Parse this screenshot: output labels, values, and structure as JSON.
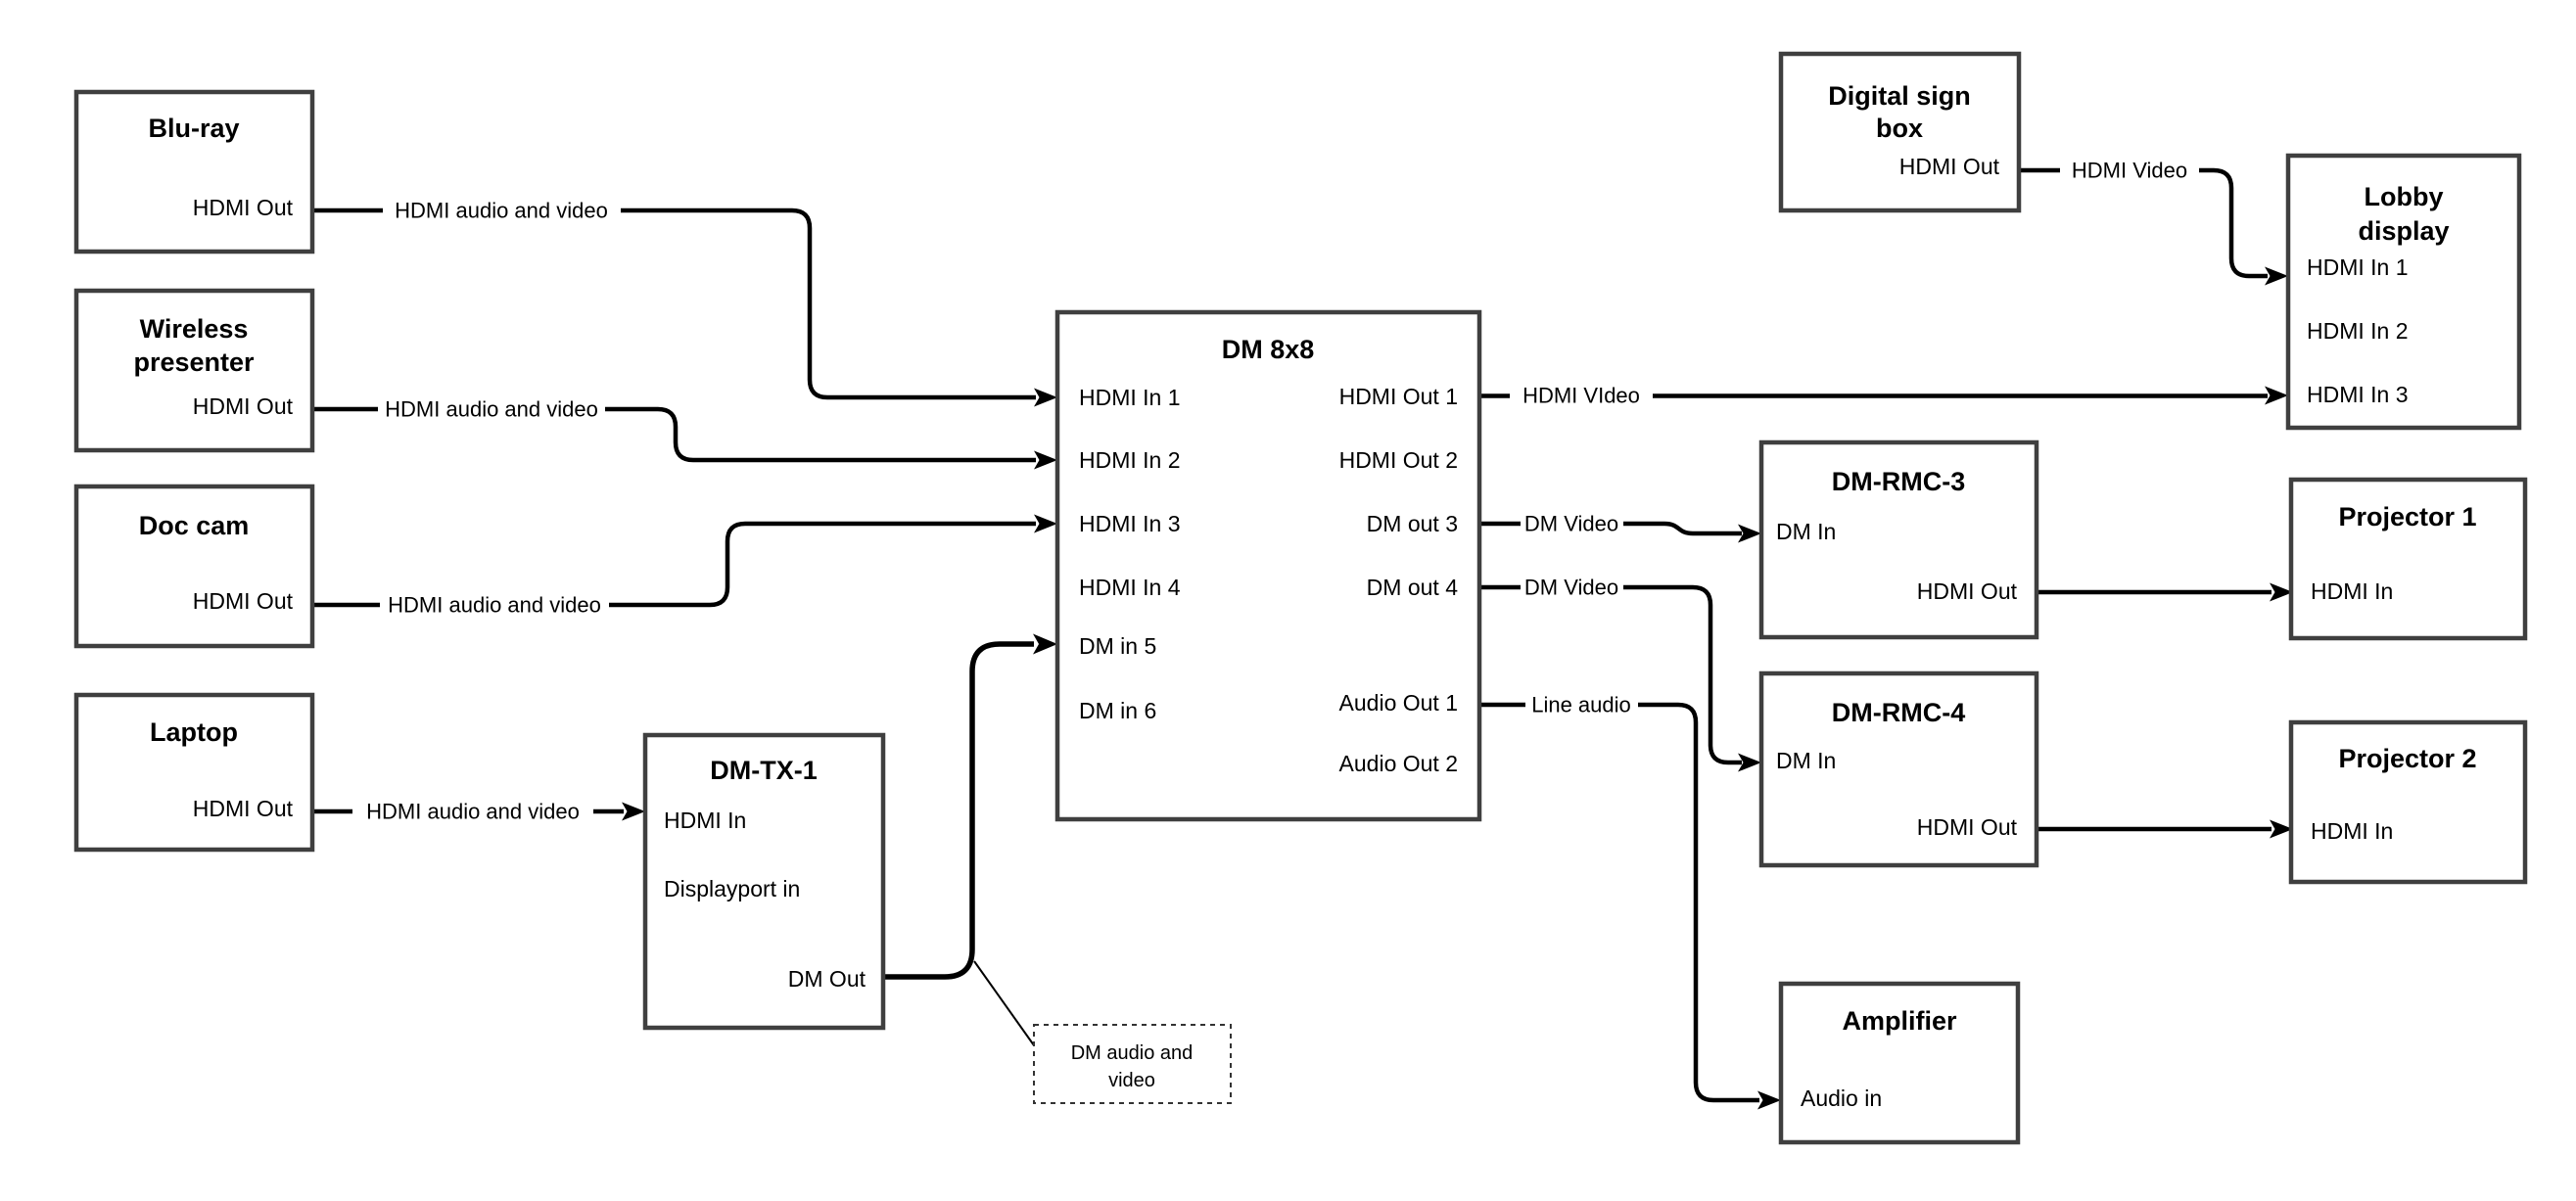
{
  "colors": {
    "background": "#ffffff",
    "box_border": "#3f3f3f",
    "connection_line": "#000000",
    "text": "#000000"
  },
  "nodes": {
    "bluray": {
      "title": "Blu-ray",
      "ports": {
        "out": "HDMI Out"
      }
    },
    "wireless": {
      "title1": "Wireless",
      "title2": "presenter",
      "ports": {
        "out": "HDMI Out"
      }
    },
    "doccam": {
      "title": "Doc cam",
      "ports": {
        "out": "HDMI Out"
      }
    },
    "laptop": {
      "title": "Laptop",
      "ports": {
        "out": "HDMI Out"
      }
    },
    "dmtx1": {
      "title": "DM-TX-1",
      "ports": {
        "hdmi_in": "HDMI In",
        "dp_in": "Displayport in",
        "dm_out": "DM Out"
      }
    },
    "dm8x8": {
      "title": "DM 8x8",
      "ports": {
        "in1": "HDMI In 1",
        "in2": "HDMI In 2",
        "in3": "HDMI In 3",
        "in4": "HDMI In 4",
        "in5": "DM in 5",
        "in6": "DM in 6",
        "out1": "HDMI Out 1",
        "out2": "HDMI Out 2",
        "out3": "DM out 3",
        "out4": "DM out 4",
        "aout1": "Audio Out 1",
        "aout2": "Audio Out 2"
      }
    },
    "digital_sign": {
      "title1": "Digital sign",
      "title2": "box",
      "ports": {
        "out": "HDMI Out"
      }
    },
    "lobby": {
      "title1": "Lobby",
      "title2": "display",
      "ports": {
        "in1": "HDMI In 1",
        "in2": "HDMI In 2",
        "in3": "HDMI In 3"
      }
    },
    "dmrmc3": {
      "title": "DM-RMC-3",
      "ports": {
        "dm_in": "DM In",
        "hdmi_out": "HDMI Out"
      }
    },
    "proj1": {
      "title": "Projector 1",
      "ports": {
        "in": "HDMI In"
      }
    },
    "dmrmc4": {
      "title": "DM-RMC-4",
      "ports": {
        "dm_in": "DM In",
        "hdmi_out": "HDMI Out"
      }
    },
    "proj2": {
      "title": "Projector 2",
      "ports": {
        "in": "HDMI In"
      }
    },
    "amplifier": {
      "title": "Amplifier",
      "ports": {
        "audio_in": "Audio in"
      }
    }
  },
  "connection_labels": {
    "bluray_to_dm8x8": "HDMI audio and video",
    "wireless_to_dm8x8": "HDMI audio and video",
    "doccam_to_dm8x8": "HDMI audio and video",
    "laptop_to_dmtx1": "HDMI audio and video",
    "hdmiout1_to_lobby": "HDMI VIdeo",
    "dmout3_to_dmrmc3": "DM Video",
    "dmout4_to_dmrmc4": "DM Video",
    "audioout1_to_amplifier": "Line audio",
    "digitalsign_to_lobby": "HDMI Video",
    "dm_cable_note_line1": "DM audio and",
    "dm_cable_note_line2": "video"
  }
}
